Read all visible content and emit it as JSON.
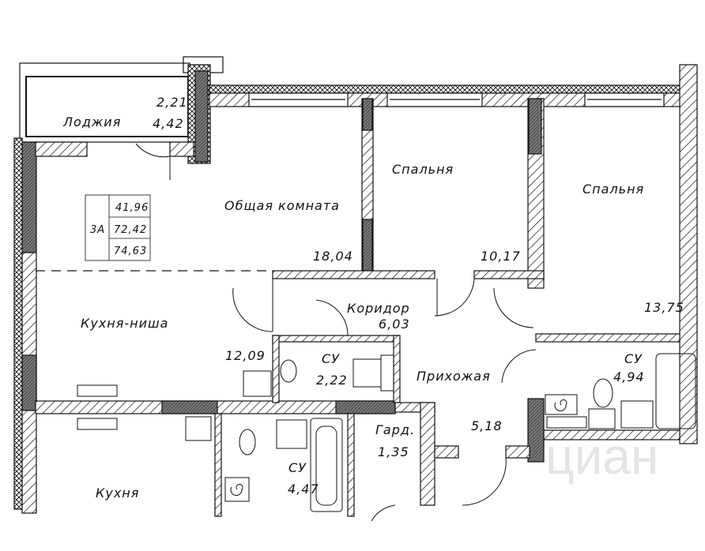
{
  "plan": {
    "type": "3А",
    "summary": {
      "living_area": "41,96",
      "total_area": "72,42",
      "total_with_loggia": "74,63"
    },
    "rooms": [
      {
        "name": "Лоджия",
        "area": "4,42",
        "reduced_area": "2,21"
      },
      {
        "name": "Общая комната",
        "area": "18,04"
      },
      {
        "name": "Спальня",
        "area": "10,17"
      },
      {
        "name": "Спальня",
        "area": "13,75"
      },
      {
        "name": "Кухня-ниша",
        "area": "12,09"
      },
      {
        "name": "Коридор",
        "area": "6,03"
      },
      {
        "name": "СУ",
        "area": "2,22"
      },
      {
        "name": "Прихожая",
        "area": "5,18"
      },
      {
        "name": "СУ",
        "area": "4,94"
      },
      {
        "name": "Гард.",
        "area": "1,35"
      },
      {
        "name": "СУ",
        "area": "4,47"
      },
      {
        "name": "Кухня"
      }
    ],
    "watermark": "циан"
  },
  "colors": {
    "line": "#111111",
    "wall_dark": "#555555"
  }
}
